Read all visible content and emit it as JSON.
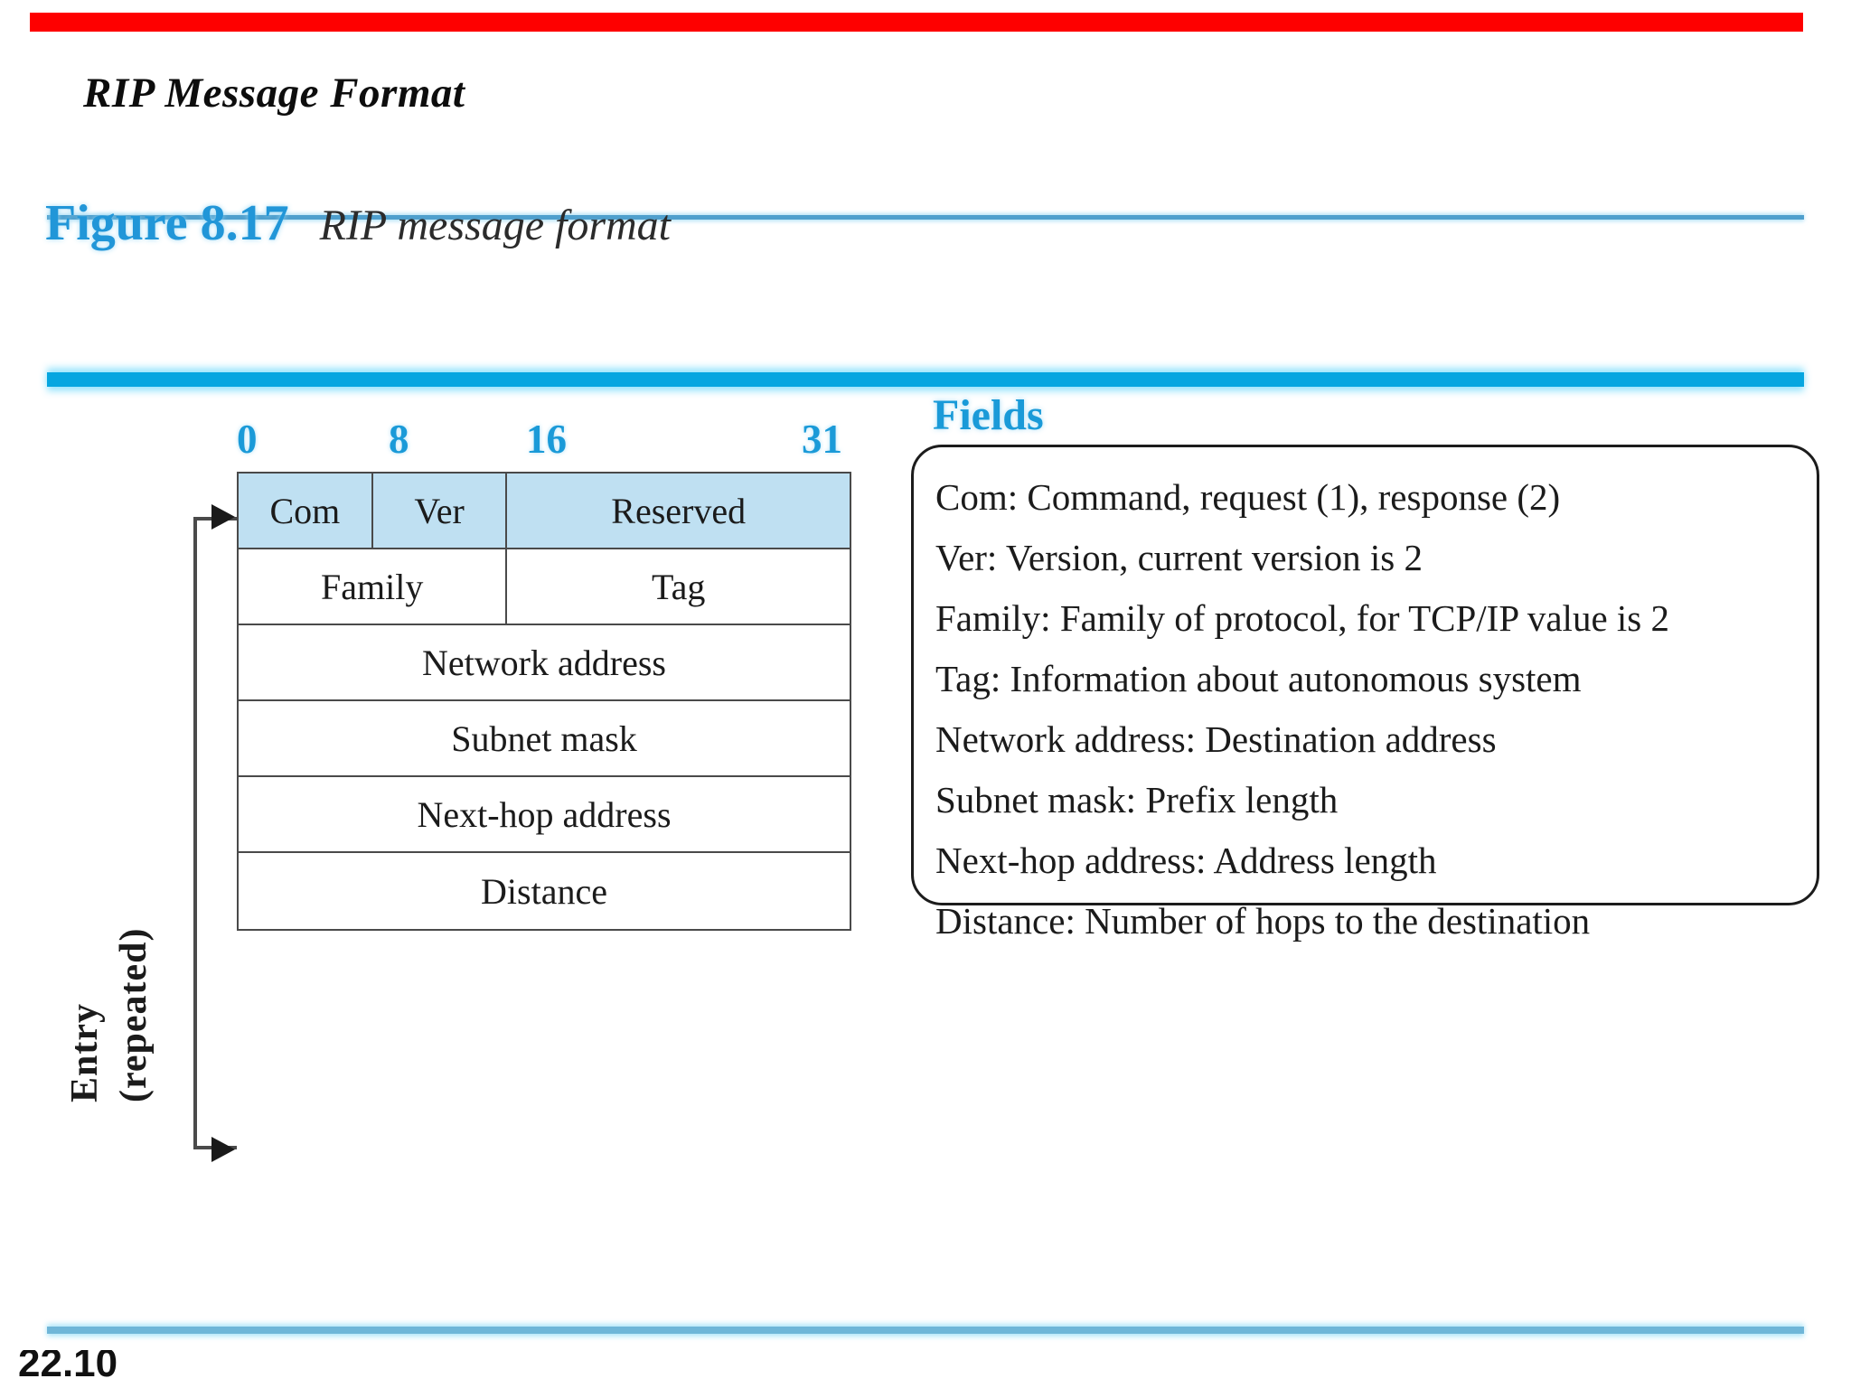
{
  "slide": {
    "title": "RIP Message Format",
    "accent_red": "#FE0000",
    "accent_blue": "#06a6e0",
    "page_number": "22.10"
  },
  "figure": {
    "number": "Figure 8.17",
    "caption": "RIP message format"
  },
  "diagram": {
    "bit_ruler": [
      "0",
      "8",
      "16",
      "31"
    ],
    "entry_label_line1": "Entry",
    "entry_label_line2": "(repeated)",
    "header_fill": "#bfe0f2",
    "rows": [
      {
        "type": "header",
        "cells": [
          "Com",
          "Ver",
          "Reserved"
        ]
      },
      {
        "type": "normal",
        "cells": [
          "Family",
          "Tag"
        ]
      },
      {
        "type": "normal",
        "cells": [
          "Network address"
        ]
      },
      {
        "type": "normal",
        "cells": [
          "Subnet mask"
        ]
      },
      {
        "type": "normal",
        "cells": [
          "Next-hop address"
        ]
      },
      {
        "type": "normal",
        "cells": [
          "Distance"
        ]
      }
    ]
  },
  "fields": {
    "heading": "Fields",
    "lines": [
      "Com: Command, request (1), response (2)",
      "Ver: Version, current version is 2",
      "Family:  Family of protocol, for TCP/IP value is 2",
      "Tag: Information about autonomous system",
      "Network address: Destination address",
      "Subnet mask: Prefix length",
      "Next-hop address: Address length",
      "Distance: Number of hops to the destination"
    ]
  }
}
